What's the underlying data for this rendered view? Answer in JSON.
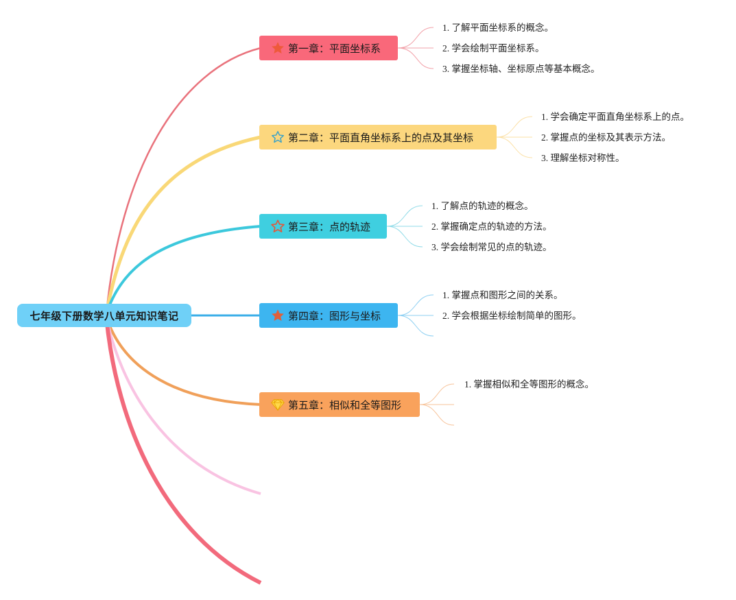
{
  "root": {
    "label": "七年级下册数学八单元知识笔记",
    "color": "#6fd0f7"
  },
  "chapters": [
    {
      "label": "第一章：平面坐标系",
      "color": "#f9687a",
      "line_color": "#e9727c",
      "icon": "star-filled-icon",
      "items": [
        "1. 了解平面坐标系的概念。",
        "2. 学会绘制平面坐标系。",
        "3. 掌握坐标轴、坐标原点等基本概念。"
      ]
    },
    {
      "label": "第二章：平面直角坐标系上的点及其坐标",
      "color": "#fcd77e",
      "line_color": "#f9d877",
      "icon": "star-outline-icon",
      "items": [
        "1. 学会确定平面直角坐标系上的点。",
        "2. 掌握点的坐标及其表示方法。",
        "3. 理解坐标对称性。"
      ]
    },
    {
      "label": "第三章：点的轨迹",
      "color": "#3fcfe0",
      "line_color": "#3cc8dc",
      "icon": "star-outline-icon",
      "items": [
        "1. 了解点的轨迹的概念。",
        "2. 掌握确定点的轨迹的方法。",
        "3. 学会绘制常见的点的轨迹。"
      ]
    },
    {
      "label": "第四章：图形与坐标",
      "color": "#3db5f0",
      "line_color": "#3aaee8",
      "icon": "star-filled-icon",
      "items": [
        "1. 掌握点和图形之间的关系。",
        "2. 学会根据坐标绘制简单的图形。"
      ]
    },
    {
      "label": "第五章：相似和全等图形",
      "color": "#f9a25c",
      "line_color": "#f0a05a",
      "icon": "diamond-icon",
      "items": [
        "1. 掌握相似和全等图形的概念。"
      ]
    }
  ],
  "extra_branches": [
    {
      "color": "#f9c3e2",
      "name": "empty-branch-pink"
    },
    {
      "color": "#f26a7c",
      "name": "empty-branch-red"
    }
  ]
}
